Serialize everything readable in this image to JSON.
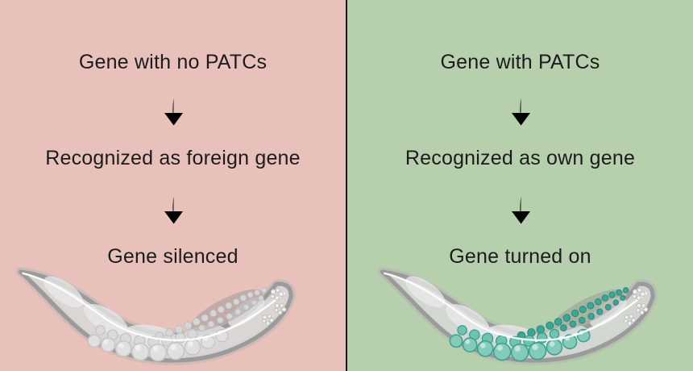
{
  "colors": {
    "panel-pink": "#e8c1ba",
    "panel-green": "#b6cfac",
    "divider": "#1a1a1a",
    "text": "#1c1c1c",
    "worm-outline": "#9b9b9b",
    "cell-teal": "#3aa796",
    "cell-teal-light": "#84cbba",
    "cell-gray": "#dcdcdc"
  },
  "icons": {
    "down_arrow_glyph": "↓",
    "worm_left": "c-elegans-worm-gray-cells",
    "worm_right": "c-elegans-worm-teal-cells"
  },
  "panels": {
    "left": {
      "step1": "Gene with no PATCs",
      "step2": "Recognized as foreign gene",
      "step3": "Gene silenced"
    },
    "right": {
      "step1": "Gene with PATCs",
      "step2": "Recognized as own gene",
      "step3": "Gene turned on"
    }
  }
}
